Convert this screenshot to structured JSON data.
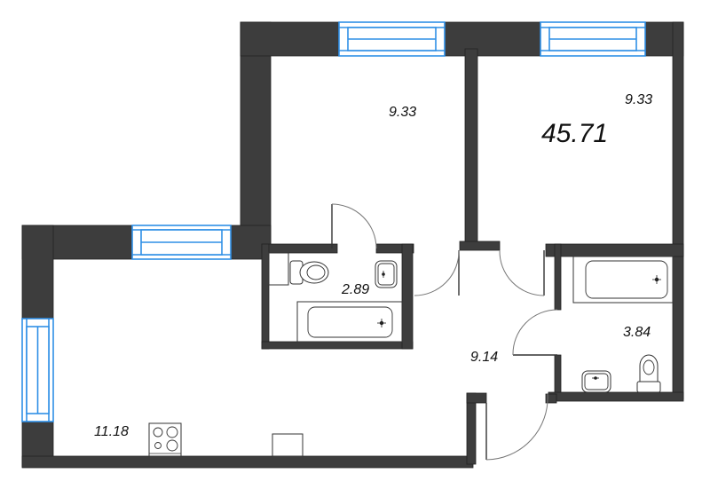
{
  "floor_plan": {
    "total_area": "45.71",
    "rooms": [
      {
        "id": "bedroom-left",
        "area": "9.33"
      },
      {
        "id": "bedroom-right",
        "area": "9.33"
      },
      {
        "id": "bathroom-left",
        "area": "2.89"
      },
      {
        "id": "bathroom-right",
        "area": "3.84"
      },
      {
        "id": "hallway",
        "area": "9.14"
      },
      {
        "id": "kitchen-living",
        "area": "11.18"
      }
    ]
  },
  "colors": {
    "wall": "#3d3d3d",
    "window": "#2f8fe6",
    "background": "#ffffff"
  }
}
